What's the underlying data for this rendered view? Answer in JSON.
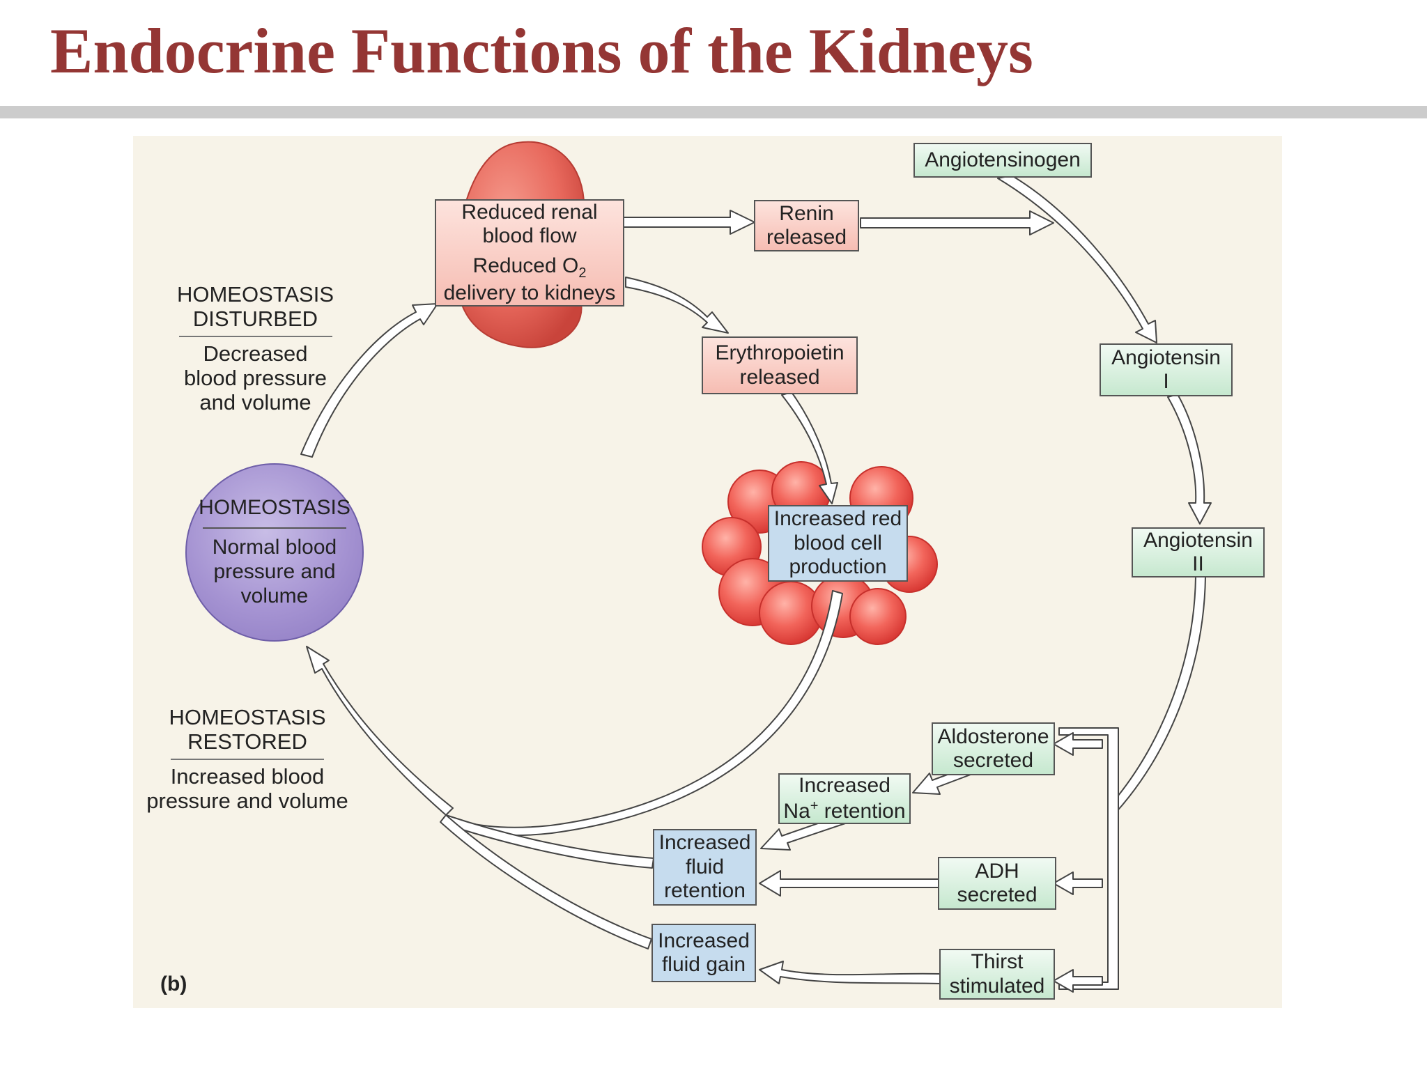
{
  "title": "Endocrine Functions of the Kidneys",
  "panel_label": "(b)",
  "homeostasis": {
    "heading": "HOMEOSTASIS",
    "body": [
      "Normal blood",
      "pressure and",
      "volume"
    ],
    "color": "#a593d2"
  },
  "disturbed": {
    "heading": [
      "HOMEOSTASIS",
      "DISTURBED"
    ],
    "body": [
      "Decreased",
      "blood pressure",
      "and volume"
    ]
  },
  "restored": {
    "heading": [
      "HOMEOSTASIS",
      "RESTORED"
    ],
    "body": [
      "Increased blood",
      "pressure and volume"
    ]
  },
  "boxes": {
    "reduced_flow": [
      "Reduced renal",
      "blood flow"
    ],
    "reduced_o2": {
      "line1_prefix": "Reduced O",
      "line1_sub": "2",
      "line2": "delivery to kidneys"
    },
    "renin": [
      "Renin",
      "released"
    ],
    "angiotensinogen": [
      "Angiotensinogen"
    ],
    "angiotensin_1": [
      "Angiotensin",
      "I"
    ],
    "angiotensin_2": [
      "Angiotensin",
      "II"
    ],
    "erythropoietin": [
      "Erythropoietin",
      "released"
    ],
    "rbc": [
      "Increased red",
      "blood cell",
      "production"
    ],
    "aldosterone": [
      "Aldosterone",
      "secreted"
    ],
    "na_retention": {
      "line1": "Increased",
      "line2_prefix": "Na",
      "line2_sup": "+",
      "line2_suffix": " retention"
    },
    "fluid_retention": [
      "Increased",
      "fluid",
      "retention"
    ],
    "adh": [
      "ADH",
      "secreted"
    ],
    "fluid_gain": [
      "Increased",
      "fluid gain"
    ],
    "thirst": [
      "Thirst",
      "stimulated"
    ]
  },
  "colors": {
    "title": "#943634",
    "pink_box": "#f6bdb3",
    "green_box": "#c6e8cf",
    "blue_box": "#c6dcee",
    "kidney": "#e8695d",
    "rbc": "#e64b46",
    "figure_background": "#f7f3e8"
  }
}
